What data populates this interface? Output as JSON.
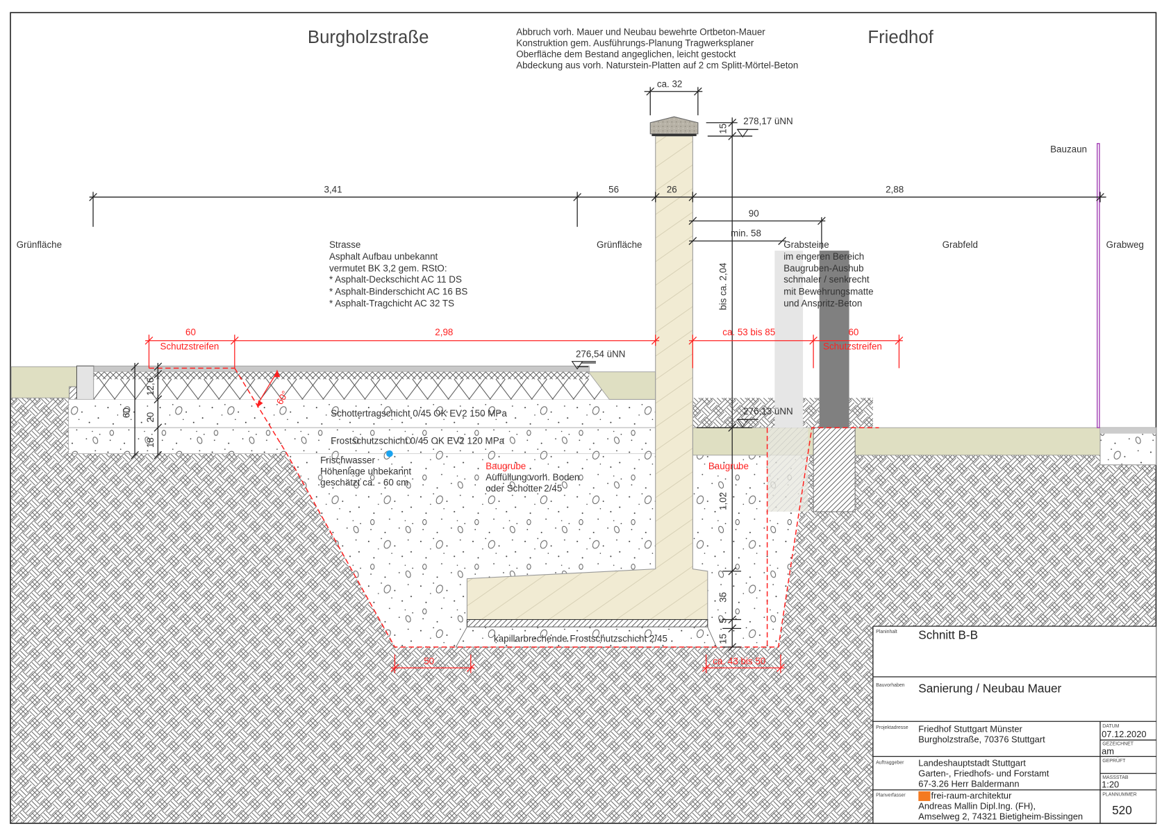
{
  "headings": {
    "street": "Burgholzstraße",
    "cemetery": "Friedhof"
  },
  "note_wall": [
    "Abbruch vorh. Mauer und Neubau bewehrte Ortbeton-Mauer",
    "Konstruktion gem. Ausführungs-Planung Tragwerksplaner",
    "Oberfläche dem Bestand angeglichen, leicht gestockt",
    "Abdeckung aus vorh. Naturstein-Platten auf 2 cm Splitt-Mörtel-Beton"
  ],
  "areas": {
    "gruen_left": "Grünfläche",
    "gruen_mid": "Grünfläche",
    "grabfeld": "Grabfeld",
    "grabweg": "Grabweg",
    "bauzaun": "Bauzaun"
  },
  "note_street": [
    "Strasse",
    "Asphalt Aufbau unbekannt",
    "vermutet BK 3,2 gem. RStO:",
    "* Asphalt-Deckschicht AC 11 DS",
    "* Asphalt-Binderschicht AC 16 BS",
    "* Asphalt-Tragchicht AC 32 TS"
  ],
  "note_graves": [
    "Grabsteine",
    "im engeren Bereich",
    "Baugruben-Aushub",
    "schmaler / senkrecht",
    "mit Bewehrungsmatte",
    "und Anspritz-Beton"
  ],
  "layers": {
    "schotter": "Schottertragschicht 0/45 OK EV2 150 MPa",
    "frost": "Frostschutzschicht 0/45 OK EV2 120 MPa",
    "kapillar": "kapillarbrechende Frostschutzschicht 2/45"
  },
  "note_water": [
    "Frischwasser",
    "Höhenlage unbekannt",
    "geschätzt ca. - 60 cm"
  ],
  "baugrube": {
    "label_left": "Baugrube",
    "fill": [
      "Auffüllung vorh. Boden",
      "oder Schotter 2/45"
    ],
    "label_right": "Baugrube"
  },
  "levels": {
    "top": "278,17 üNN",
    "street": "276,54 üNN",
    "cemetery": "276,13 üNN"
  },
  "dims": {
    "cap_width": "ca. 32",
    "cap_height": "15",
    "d341": "3,41",
    "d56": "56",
    "d26": "26",
    "d288": "2,88",
    "d90": "90",
    "min58": "min. 58",
    "height_total": "bis ca. 2,04",
    "d102": "1,02",
    "d35": "35",
    "d5": "5",
    "d15": "15",
    "left_60": "60",
    "left_126": "12,6",
    "left_20": "20",
    "left_18": "18",
    "angle": "60°",
    "red_60_left": "60",
    "red_298": "2,98",
    "schutz_left": "Schutzstreifen",
    "red_53_85": "ca. 53 bis 85",
    "red_60_right": "60",
    "schutz_right": "Schutzstreifen",
    "red_50": "50",
    "red_43_50": "ca. 43 bis 50"
  },
  "title_block": {
    "planinhalt_label": "Planinhalt",
    "planinhalt": "Schnitt B-B",
    "bauvorhaben_label": "Bauvorhaben",
    "bauvorhaben": "Sanierung / Neubau Mauer",
    "projekt_label": "Projektadresse",
    "projekt": [
      "Friedhof Stuttgart Münster",
      "Burgholzstraße, 70376 Stuttgart"
    ],
    "auftrag_label": "Auftraggeber",
    "auftrag": [
      "Landeshauptstadt Stuttgart",
      "Garten-, Friedhofs- und Forstamt",
      "67-3.26 Herr Baldermann"
    ],
    "verfasser_label": "Planverfasser",
    "verfasser": [
      "frei-raum-architektur",
      "Andreas Mallin Dipl.Ing. (FH),",
      "Amselweg 2, 74321 Bietigheim-Bissingen"
    ],
    "datum_label": "DATUM",
    "datum": "07.12.2020",
    "gezeichnet_label": "GEZEICHNET",
    "gezeichnet": "am",
    "geprueft_label": "GEPRÜFT",
    "massstab_label": "MASSSTAB",
    "massstab": "1:20",
    "plannummer_label": "PLANNUMMER",
    "plannummer": "520"
  },
  "colors": {
    "dimension_red": "#ff2020",
    "wall": "#f1ebd3",
    "grass": "#dfdfc2",
    "fence": "#9b2fae",
    "water": "#1aa3ef",
    "logo": "#f47a20"
  }
}
